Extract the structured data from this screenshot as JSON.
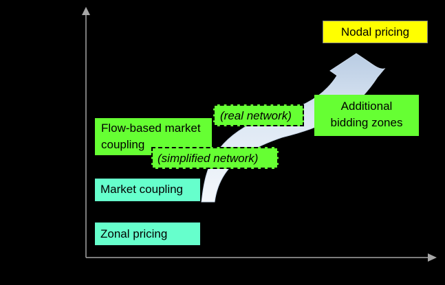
{
  "diagram": {
    "boxes": {
      "zonal_pricing": "Zonal pricing",
      "market_coupling": "Market coupling",
      "flow_based_line1": "Flow-based market",
      "flow_based_line2": "coupling",
      "simplified_network": "(simplified network)",
      "real_network": "(real network)",
      "additional_line1": "Additional",
      "additional_line2": "bidding zones",
      "nodal_pricing": "Nodal pricing"
    },
    "colors": {
      "background": "#000000",
      "teal_box": "#66ffcc",
      "green_box": "#66ff33",
      "yellow_box": "#ffff00",
      "arrow_fill": "#dde8f4",
      "axis": "#a6a6a6"
    },
    "icons": [
      "curved-arrow-icon",
      "y-axis-arrow-icon",
      "x-axis-arrow-icon"
    ]
  }
}
